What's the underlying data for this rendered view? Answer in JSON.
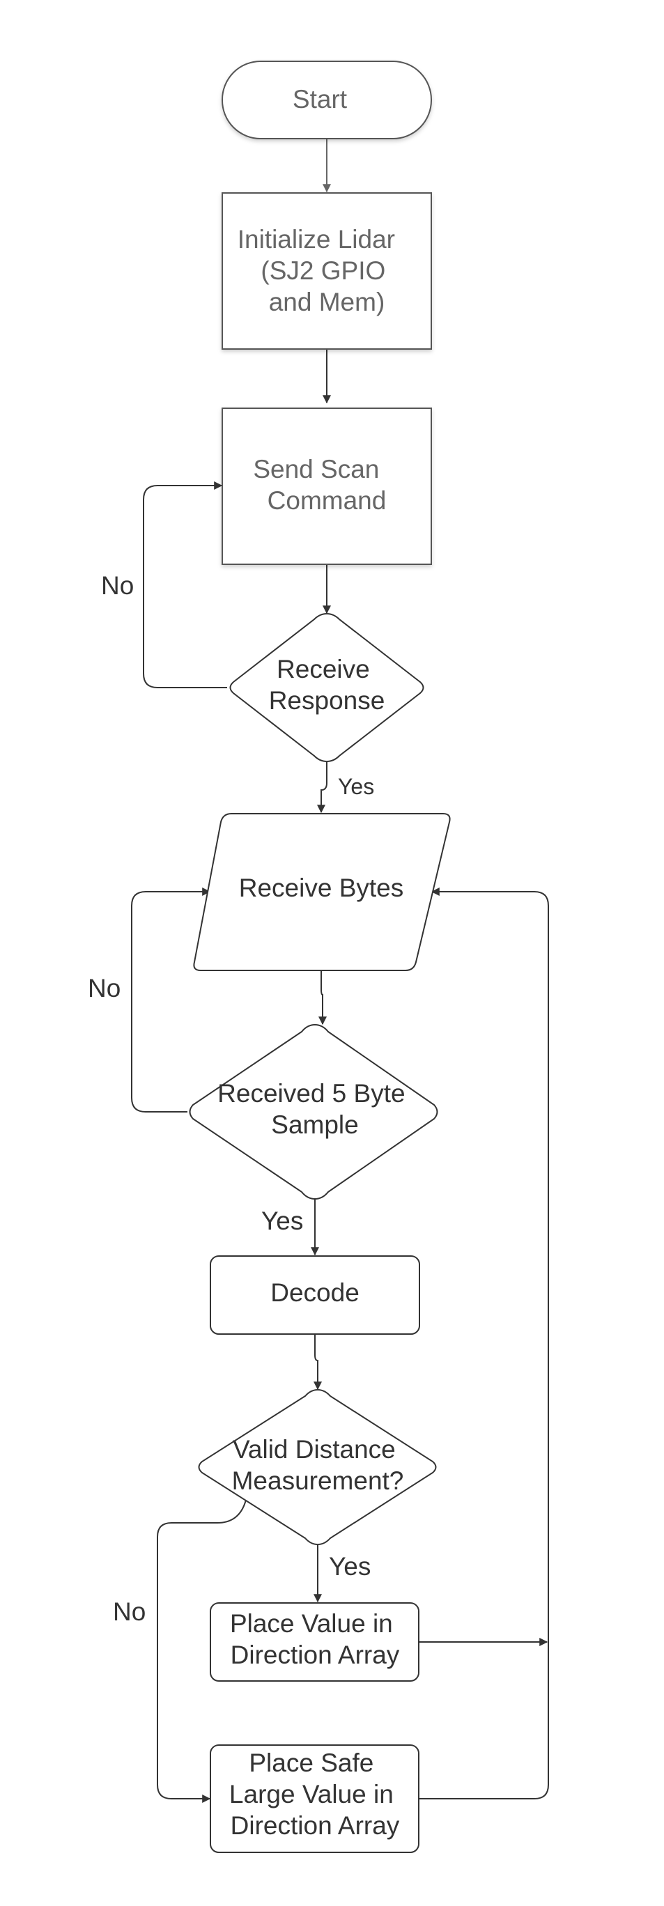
{
  "nodes": {
    "start": {
      "text": [
        "Start"
      ]
    },
    "init": {
      "text": [
        "Initialize Lidar",
        "(SJ2 GPIO",
        "and Mem)"
      ]
    },
    "send_scan": {
      "text": [
        "Send Scan",
        "Command"
      ]
    },
    "receive_response": {
      "text": [
        "Receive",
        "Response"
      ]
    },
    "receive_bytes": {
      "text": [
        "Receive Bytes"
      ]
    },
    "received_sample": {
      "text": [
        "Received 5 Byte",
        "Sample"
      ]
    },
    "decode": {
      "text": [
        "Decode"
      ]
    },
    "valid_distance": {
      "text": [
        "Valid Distance",
        "Measurement?"
      ]
    },
    "place_value": {
      "text": [
        "Place Value in",
        "Direction Array"
      ]
    },
    "place_safe": {
      "text": [
        "Place Safe",
        "Large Value in",
        "Direction Array"
      ]
    }
  },
  "edge_labels": {
    "response_no": "No",
    "response_yes": "Yes",
    "sample_no": "No",
    "sample_yes": "Yes",
    "valid_yes": "Yes",
    "valid_no": "No"
  }
}
